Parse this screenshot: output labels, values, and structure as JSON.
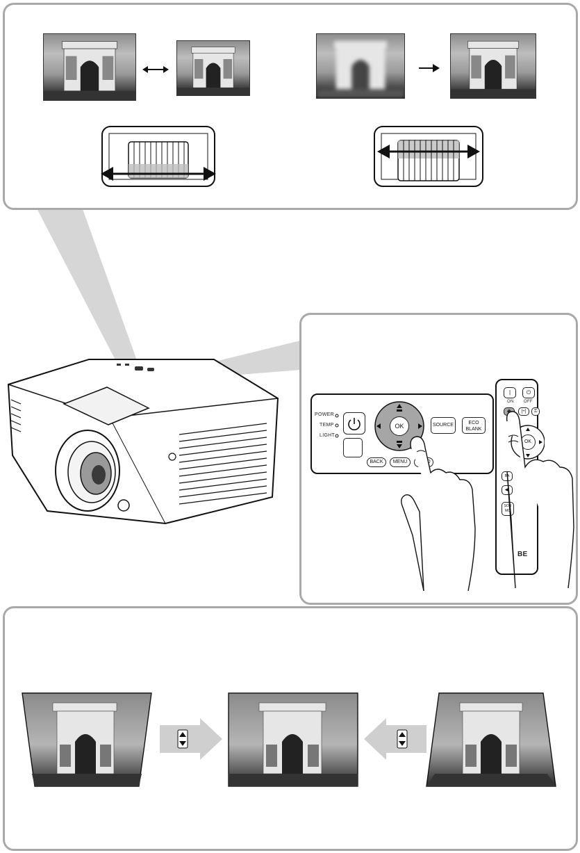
{
  "remote_panel": {
    "power_label": "POWER",
    "temp_label": "TEMP",
    "light_label": "LIGHT",
    "ok_label": "OK",
    "source_label": "SOURCE",
    "eco_label": "ECO",
    "blank_label": "BLANK",
    "back_label": "BACK",
    "menu_label": "MENU",
    "auto_label": "AUTO"
  },
  "remote_control": {
    "on_label": "ON",
    "off_label": "OFF",
    "ok_label": "OK",
    "partial_back": "BA",
    "partial_source": "SOU",
    "partial_mode": "MO",
    "partial_brand": "BE"
  },
  "icons": {
    "double_arrow": "double-arrow-icon",
    "right_arrow": "right-arrow-icon",
    "power": "power-icon",
    "keystone_up": "keystone-up-icon",
    "keystone_down": "keystone-down-icon"
  },
  "colors": {
    "panel_border": "#a9a9a9",
    "dpad_gray": "#a6a6a6",
    "arrow_gray": "#cfcfcf",
    "beam_gray": "#d4d4d4"
  }
}
